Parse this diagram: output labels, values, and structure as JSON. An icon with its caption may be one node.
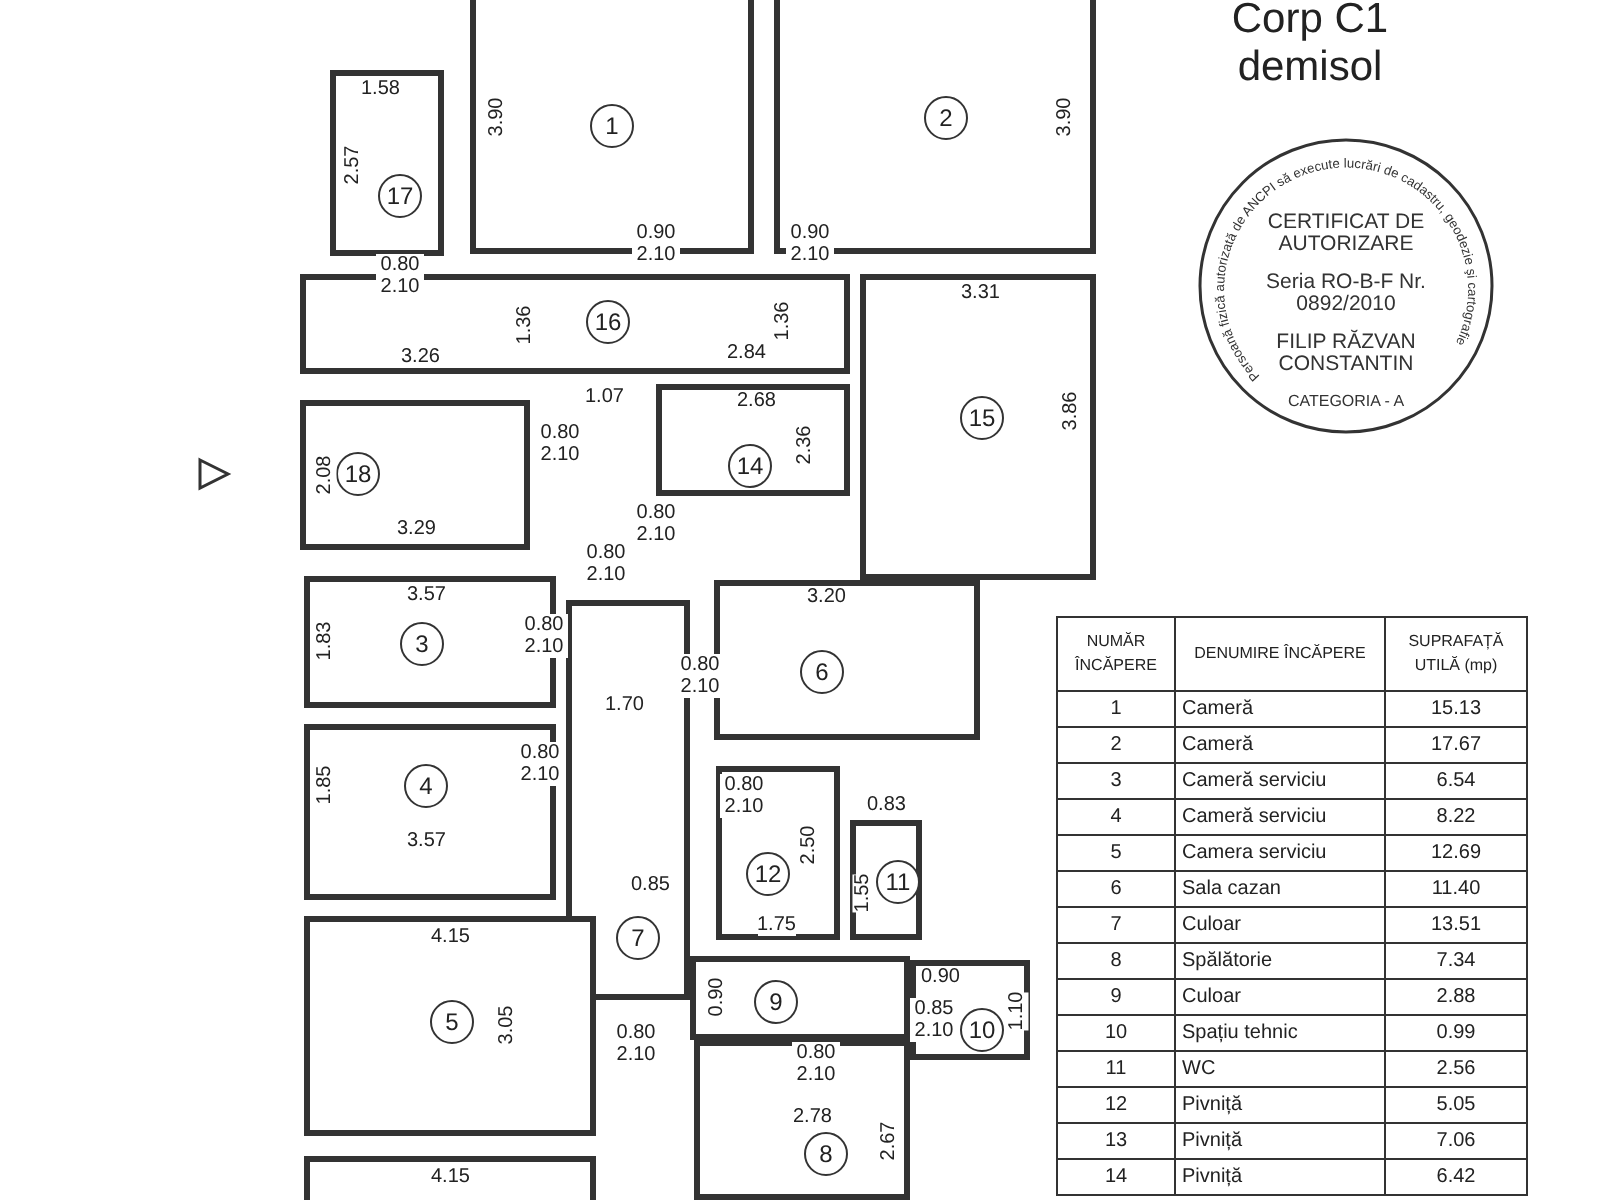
{
  "diagram": {
    "title": "Corp C1 demisol",
    "nodes": [
      {
        "text": [
          "1"
        ]
      },
      {
        "text": [
          "2"
        ]
      },
      {
        "text": [
          "17"
        ]
      },
      {
        "text": [
          "16"
        ]
      },
      {
        "text": [
          "15"
        ]
      },
      {
        "text": [
          "18"
        ]
      },
      {
        "text": [
          "14"
        ]
      },
      {
        "text": [
          "3"
        ]
      },
      {
        "text": [
          "6"
        ]
      },
      {
        "text": [
          "4"
        ]
      },
      {
        "text": [
          "12"
        ]
      },
      {
        "text": [
          "11"
        ]
      },
      {
        "text": [
          "7"
        ]
      },
      {
        "text": [
          "5"
        ]
      },
      {
        "text": [
          "9"
        ]
      },
      {
        "text": [
          "10"
        ]
      },
      {
        "text": [
          "8"
        ]
      },
      {
        "text": [],
        "shape": "box"
      },
      {
        "text": [
          "Persoană fizică autorizată de ANCPI să execute lucrări de cadastru, geodezie şi cartografie",
          "CERTIFICAT DE AUTORIZARE",
          "Seria RO-B-F Nr. 0892/2010",
          "FILIP RĂZVAN CONSTANTIN",
          "CATEGORIA - A"
        ]
      }
    ],
    "edges": [],
    "labels": [
      "1.58",
      "2.57",
      "3.90",
      "3.90",
      "0.80 2.10",
      "0.90 2.10",
      "0.90 2.10",
      "1.36",
      "3.26",
      "1.36",
      "2.84",
      "3.31",
      "1.07",
      "2.68",
      "3.86",
      "2.08",
      "0.80 2.10",
      "2.36",
      "3.29",
      "0.80 2.10",
      "0.80 2.10",
      "3.57",
      "3.20",
      "1.83",
      "0.80 2.10",
      "0.80 2.10",
      "1.70",
      "1.85",
      "0.80 2.10",
      "3.57",
      "0.80 2.10",
      "2.50",
      "0.83",
      "1.55",
      "0.85",
      "1.75",
      "4.15",
      "0.80 2.10",
      "3.05",
      "0.90",
      "0.90",
      "0.85 2.10",
      "1.10",
      "0.80 2.10",
      "2.78",
      "2.67",
      "4.15",
      "NUMĂR ÎNCĂPERE",
      "DENUMIRE ÎNCĂPERE",
      "SUPRAFAȚĂ UTILĂ (mp)",
      "1",
      "Cameră",
      "15.13",
      "2",
      "Cameră",
      "17.67",
      "3",
      "Cameră serviciu",
      "6.54",
      "4",
      "Cameră serviciu",
      "8.22",
      "5",
      "Camera serviciu",
      "12.69",
      "6",
      "Sala cazan",
      "11.40",
      "7",
      "Culoar",
      "13.51",
      "8",
      "Spălătorie",
      "7.34",
      "9",
      "Culoar",
      "2.88",
      "10",
      "Spațiu tehnic",
      "0.99",
      "11",
      "WC",
      "2.56",
      "12",
      "Pivniță",
      "5.05",
      "13",
      "Pivniță",
      "7.06",
      "14",
      "Pivniță",
      "6.42"
    ]
  }
}
